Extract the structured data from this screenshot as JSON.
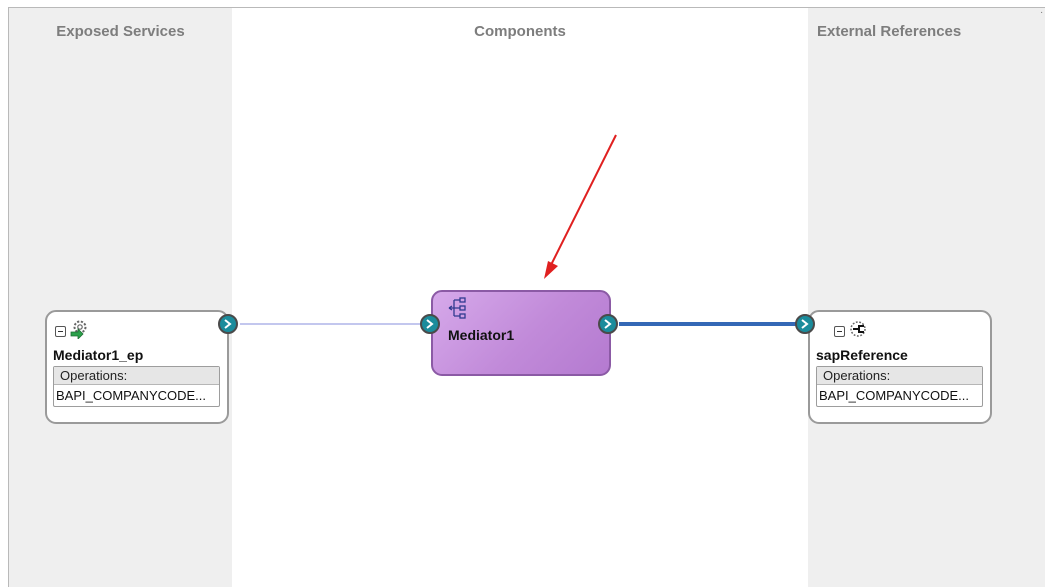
{
  "lanes": {
    "exposed_services": "Exposed Services",
    "components": "Components",
    "external_references": "External References"
  },
  "exposed_service": {
    "name": "Mediator1_ep",
    "operations_header": "Operations:",
    "operations": [
      "BAPI_COMPANYCODE..."
    ],
    "icon": "gear-service-icon"
  },
  "component": {
    "name": "Mediator1",
    "icon": "mediator-tree-icon",
    "fill_color": "#c894de",
    "border_color": "#8b5aa5"
  },
  "external_reference": {
    "name": "sapReference",
    "operations_header": "Operations:",
    "operations": [
      "BAPI_COMPANYCODE..."
    ],
    "icon": "plug-reference-icon"
  },
  "wires": {
    "service_to_component_color": "#c3c7ee",
    "component_to_reference_color": "#3468b6"
  },
  "annotation": {
    "arrow_color": "#e02020"
  },
  "corner_mark": "."
}
